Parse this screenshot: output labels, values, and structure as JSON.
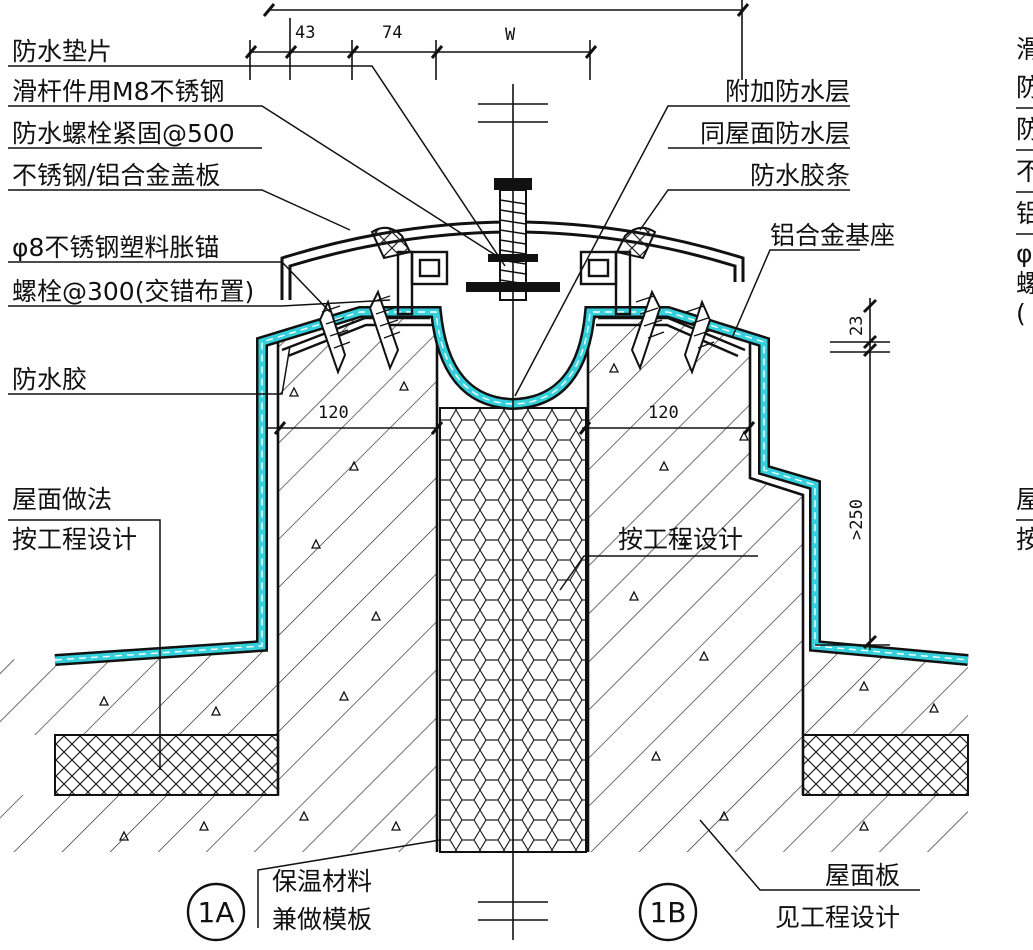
{
  "labels_left": [
    "防水垫片",
    "滑杆件用M8不锈钢",
    "防水螺栓紧固@500",
    "不锈钢/铝合金盖板",
    "φ8不锈钢塑料胀锚",
    "螺栓@300(交错布置)",
    "防水胶"
  ],
  "labels_left_lower": [
    "屋面做法",
    "按工程设计"
  ],
  "labels_right": [
    "附加防水层",
    "同屋面防水层",
    "防水胶条",
    "铝合金基座"
  ],
  "label_center": "按工程设计",
  "labels_bottom_mid": [
    "保温材料",
    "兼做模板"
  ],
  "labels_bottom_right": [
    "屋面板",
    "见工程设计"
  ],
  "clipped_right_chars": [
    "滑",
    "防",
    "防",
    "不",
    "铝",
    "φ",
    "螺",
    "(",
    "屋",
    "按"
  ],
  "dimensions": {
    "top_a": "43",
    "top_b": "74",
    "top_w": "W",
    "left_wall": "120",
    "right_wall": "120",
    "height_small": "23",
    "height_large": ">250"
  },
  "detail_tags": [
    "1A",
    "1B"
  ],
  "colors": {
    "ink": "#111111",
    "membrane": "#35d0dc",
    "background": "#ffffff"
  }
}
